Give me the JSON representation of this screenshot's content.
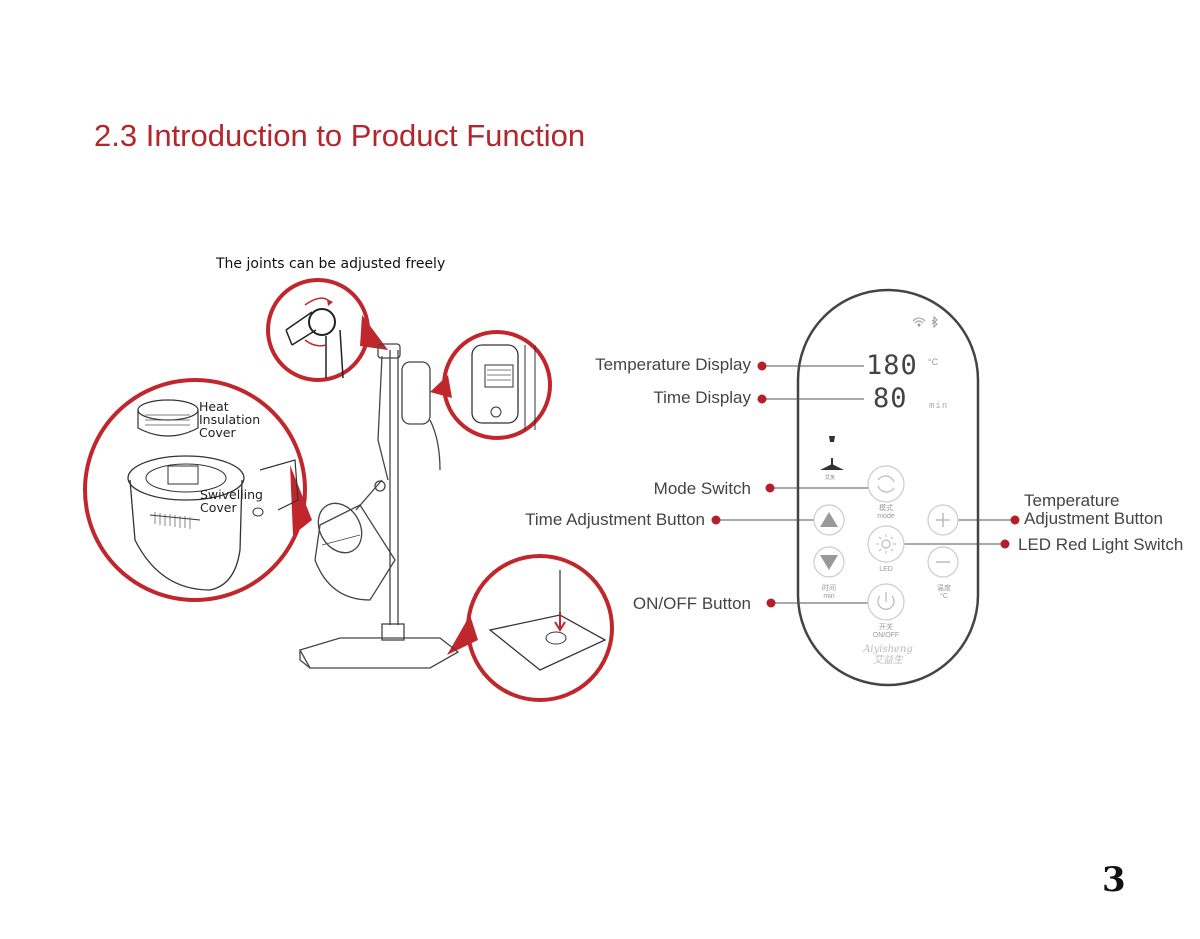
{
  "page": {
    "title": "2.3 Introduction to Product Function",
    "number": "3"
  },
  "illustration": {
    "joints_caption": "The joints can be adjusted freely",
    "heat_cover": [
      "Heat",
      "Insulation",
      "Cover"
    ],
    "swivel_cover": [
      "Swivelling",
      "Cover"
    ]
  },
  "callouts": {
    "temperature_display": "Temperature Display",
    "time_display": "Time Display",
    "mode_switch": "Mode Switch",
    "time_adjustment": "Time Adjustment Button",
    "temperature_adjustment": [
      "Temperature",
      "Adjustment Button"
    ],
    "led_switch": "LED Red Light Switch",
    "onoff": "ON/OFF Button"
  },
  "remote": {
    "temp_value": "180",
    "temp_unit": "°C",
    "time_value": "80",
    "time_unit": "min",
    "mode_cn": "模式",
    "mode_en": "mode",
    "led": "LED",
    "time_cn": "时间",
    "time_en": "min",
    "temp_cn": "温度",
    "temp_en": "°C",
    "power_cn": "开关",
    "power_en": "ON/OFF",
    "brand_en": "Aiyisheng",
    "brand_cn": "艾益生",
    "icon_small_label": "艾灸"
  },
  "colors": {
    "accent": "#b5262c",
    "dot": "#b3202b",
    "line": "#555555"
  }
}
